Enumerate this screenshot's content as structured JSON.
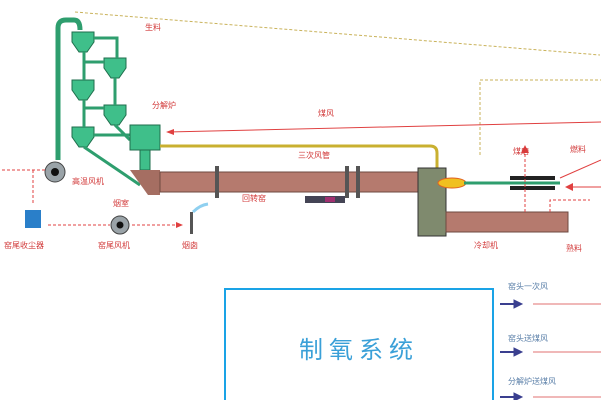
{
  "diagram": {
    "labels": {
      "raw_meal": "生料",
      "calciner": "分解炉",
      "coal_air": "煤风",
      "tertiary_air_duct": "三次风管",
      "high_temp_fan": "高温风机",
      "smoke_chamber": "烟室",
      "rotary_kiln": "回转窑",
      "kiln_tail_dust_collector": "窑尾收尘器",
      "kiln_tail_fan": "窑尾风机",
      "chimney": "烟囱",
      "coal_mill": "煤磨",
      "fuel": "燃料",
      "cooler": "冷却机",
      "clinker": "熟料"
    },
    "oxygen_system": {
      "title": "制氧系统",
      "outputs": [
        "窑头一次风",
        "窑头送煤风",
        "分解炉送煤风"
      ]
    },
    "colors": {
      "tower": "#2e9e6e",
      "kiln": "#b57a6e",
      "flow_line": "#e04040",
      "oxy_border": "#1aa3e6",
      "arrow": "#3a3f8f"
    }
  }
}
